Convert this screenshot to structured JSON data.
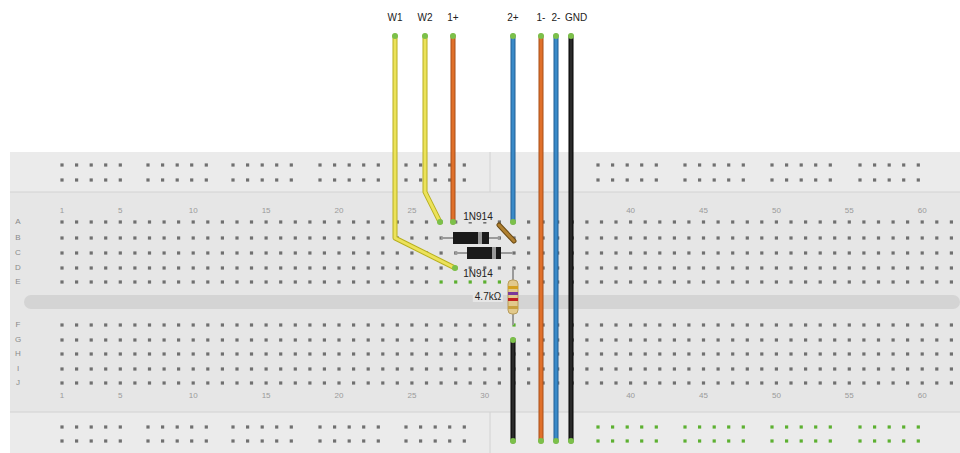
{
  "diagram": {
    "labels": [
      "W1",
      "W2",
      "1+",
      "2+",
      "1-",
      "2-",
      "GND",
      "1",
      "5",
      "10",
      "15",
      "20",
      "25",
      "40",
      "45",
      "50",
      "55",
      "60",
      "A",
      "B",
      "C",
      "D",
      "E",
      "1N914",
      "1N914",
      "4.7kΩ",
      "F",
      "G",
      "H",
      "I",
      "J",
      "1",
      "5",
      "10",
      "15",
      "20",
      "25",
      "30",
      "40",
      "45",
      "50",
      "55",
      "60"
    ]
  }
}
